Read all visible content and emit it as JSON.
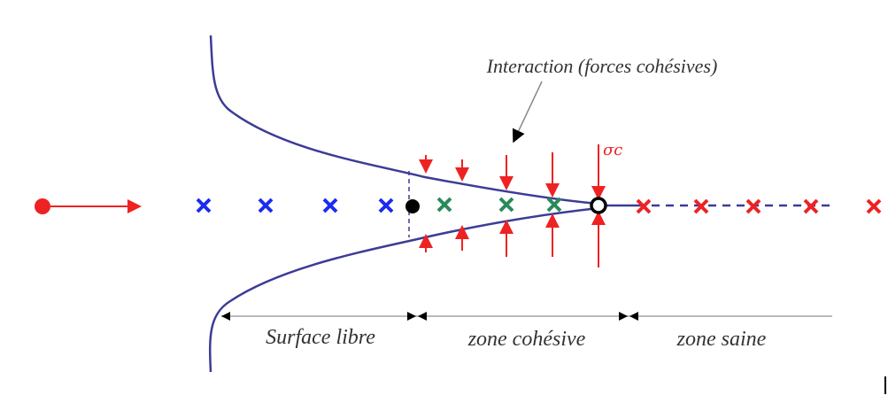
{
  "annotation": "Interaction (forces cohésives)",
  "sigma_label": "σc",
  "zones": [
    "Surface libre",
    "zone cohésive",
    "zone saine"
  ],
  "colors": {
    "crack": "#3c3c96",
    "force": "#ee2222",
    "free": "#1a2cf0",
    "cohesive": "#2a8a5a",
    "sound": "#ee2222",
    "dim": "#bbbbbb"
  }
}
